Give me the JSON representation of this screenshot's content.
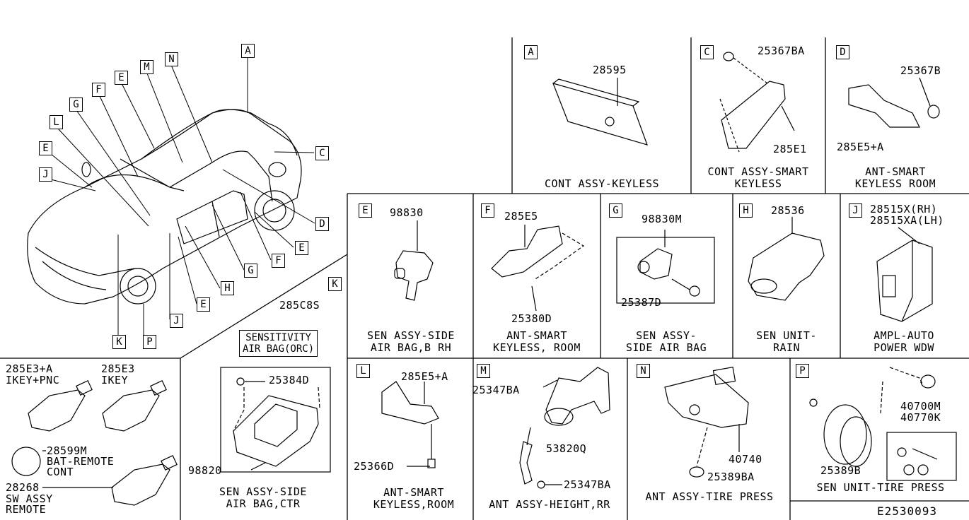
{
  "diagram_code": "E2530093",
  "overview": {
    "callouts": [
      "A",
      "M",
      "N",
      "E",
      "F",
      "G",
      "L",
      "E",
      "J",
      "C",
      "D",
      "E",
      "F",
      "G",
      "H",
      "E",
      "J",
      "K",
      "P"
    ]
  },
  "sections": {
    "A": {
      "letter": "A",
      "parts": [
        "28595"
      ],
      "caption": [
        "CONT ASSY-KEYLESS"
      ]
    },
    "C": {
      "letter": "C",
      "parts": [
        "25367BA",
        "285E1"
      ],
      "caption": [
        "CONT ASSY-SMART",
        "KEYLESS"
      ]
    },
    "D": {
      "letter": "D",
      "parts": [
        "25367B",
        "285E5+A"
      ],
      "caption": [
        "ANT-SMART",
        "KEYLESS ROOM"
      ]
    },
    "E": {
      "letter": "E",
      "parts": [
        "98830"
      ],
      "caption": [
        "SEN ASSY-SIDE",
        "AIR BAG,B RH"
      ]
    },
    "F": {
      "letter": "F",
      "parts": [
        "285E5",
        "25380D"
      ],
      "caption": [
        "ANT-SMART",
        "KEYLESS, ROOM"
      ]
    },
    "G": {
      "letter": "G",
      "parts": [
        "98830M",
        "25387D"
      ],
      "caption": [
        "SEN ASSY-",
        "SIDE AIR BAG"
      ]
    },
    "H": {
      "letter": "H",
      "parts": [
        "28536"
      ],
      "caption": [
        "SEN UNIT-",
        "RAIN"
      ]
    },
    "J": {
      "letter": "J",
      "parts": [
        "28515X(RH)",
        "28515XA(LH)"
      ],
      "caption": [
        "AMPL-AUTO",
        "POWER WDW"
      ]
    },
    "K": {
      "letter": "K",
      "parts": [
        "285C8S"
      ],
      "label_box": [
        "SENSITIVITY",
        "AIR BAG(ORC)"
      ]
    },
    "ctr": {
      "parts": [
        "25384D",
        "98820"
      ],
      "caption": [
        "SEN ASSY-SIDE",
        "AIR BAG,CTR"
      ]
    },
    "keys": {
      "parts": [
        {
          "num": "285E3+A",
          "desc": "IKEY+PNC"
        },
        {
          "num": "285E3",
          "desc": "IKEY"
        },
        {
          "num": "28599M",
          "desc": "BAT-REMOTE CONT"
        },
        {
          "num": "28268",
          "desc": "SW ASSY REMOTE"
        }
      ],
      "desc_lines": {
        "bat": [
          "BAT-REMOTE",
          "CONT"
        ],
        "sw": [
          "SW ASSY",
          "REMOTE"
        ]
      }
    },
    "L": {
      "letter": "L",
      "parts": [
        "285E5+A",
        "25366D"
      ],
      "caption": [
        "ANT-SMART",
        "KEYLESS,ROOM"
      ]
    },
    "M": {
      "letter": "M",
      "parts": [
        "25347BA",
        "53820Q",
        "25347BA"
      ],
      "caption": [
        "ANT ASSY-HEIGHT,RR"
      ]
    },
    "N": {
      "letter": "N",
      "parts": [
        "40740",
        "25389BA"
      ],
      "caption": [
        "ANT ASSY-TIRE PRESS"
      ]
    },
    "P": {
      "letter": "P",
      "parts": [
        "40700M",
        "40770K",
        "25389B"
      ],
      "caption": [
        "SEN UNIT-TIRE PRESS"
      ]
    }
  }
}
